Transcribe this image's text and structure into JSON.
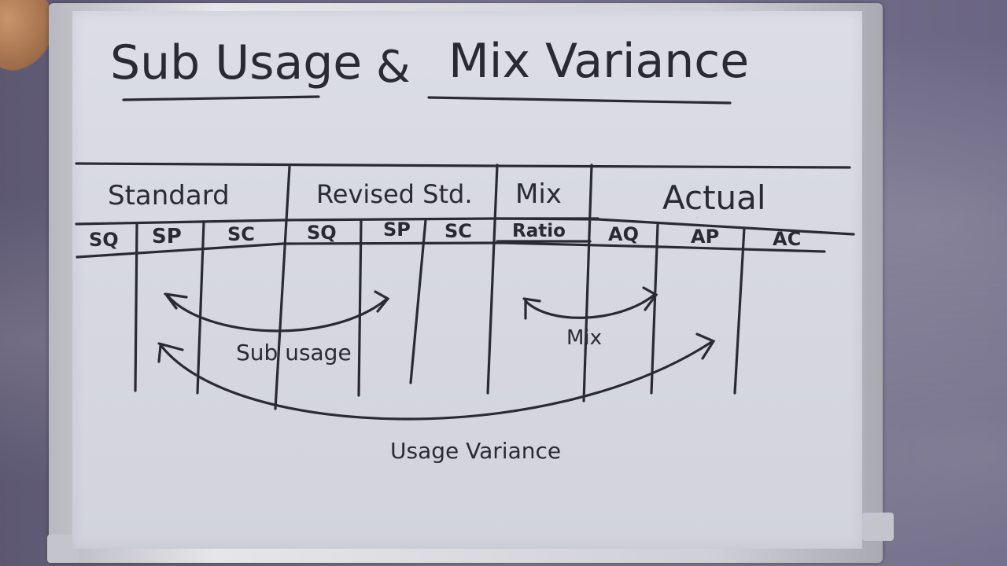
{
  "board": {
    "title_left": "Sub Usage",
    "title_amp": "&",
    "title_right": "Mix Variance"
  },
  "table": {
    "groups": [
      "Standard",
      "Revised Std.",
      "Mix",
      "Actual"
    ],
    "columns": [
      "SQ",
      "SP",
      "SC",
      "SQ",
      "SP",
      "SC",
      "Ratio",
      "AQ",
      "AP",
      "AC"
    ]
  },
  "arrows": {
    "sub_usage": "Sub usage",
    "mix": "Mix",
    "usage": "Usage Variance"
  },
  "colors": {
    "ink": "#2a2a33",
    "board": "#d8d9e3",
    "frame": "#d5d5dc"
  }
}
